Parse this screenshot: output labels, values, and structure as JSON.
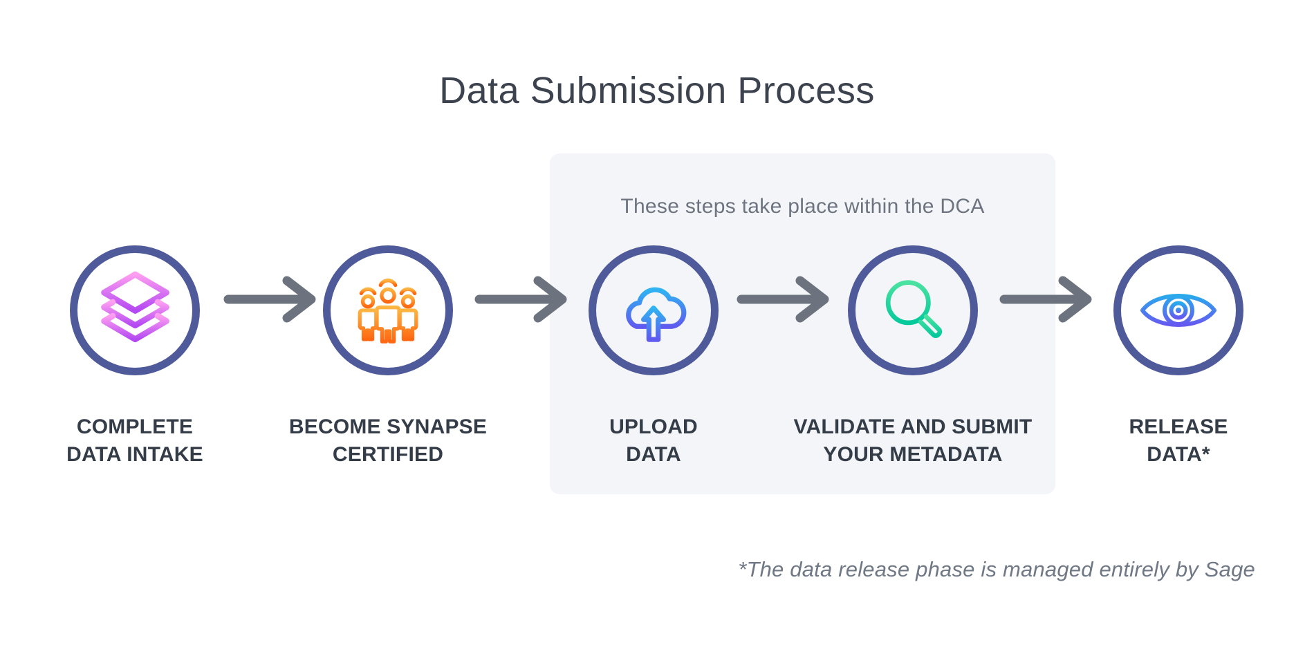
{
  "title": "Data Submission Process",
  "dca_box": {
    "note": "These steps take place within the DCA"
  },
  "footnote": "*The data release phase is managed entirely by Sage",
  "steps": [
    {
      "icon": "layers-icon",
      "label": "COMPLETE\nDATA INTAKE"
    },
    {
      "icon": "people-group-icon",
      "label": "BECOME SYNAPSE\nCERTIFIED"
    },
    {
      "icon": "cloud-upload-icon",
      "label": "UPLOAD\nDATA"
    },
    {
      "icon": "magnifier-plus-icon",
      "label": "VALIDATE AND SUBMIT\nYOUR METADATA"
    },
    {
      "icon": "eye-icon",
      "label": "RELEASE\nDATA*"
    }
  ],
  "colors": {
    "circle_border": "#4e5a99",
    "arrow": "#6d737e",
    "dca_box_bg": "#f3f5f8",
    "title_text": "#3c434f",
    "label_text": "#343c48",
    "muted_text": "#6d7480",
    "layers_gradient_top": "#fd9ef1",
    "layers_gradient_bottom": "#b448f2",
    "people_gradient_top": "#fdb441",
    "people_gradient_bottom": "#fe6812",
    "cloud_gradient_top": "#2fb3f2",
    "cloud_gradient_bottom": "#5f5bef",
    "magnifier_gradient_top": "#4ae2a0",
    "magnifier_gradient_bottom": "#04c99c",
    "eye_gradient_top": "#2aa9ec",
    "eye_gradient_bottom": "#655af0"
  }
}
